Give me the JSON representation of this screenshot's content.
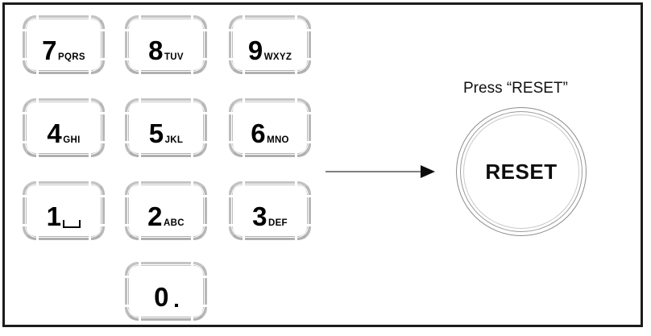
{
  "figure": {
    "title": "Keypad RESET instruction diagram",
    "background_color": "#ffffff",
    "frame_color": "#1c1c1c",
    "key_border_color": "#b5b5b5",
    "text_color": "#000000"
  },
  "keypad": {
    "keys": [
      {
        "digit": "7",
        "letters": "PQRS",
        "glyph": "none",
        "row": 1,
        "col": 1
      },
      {
        "digit": "8",
        "letters": "TUV",
        "glyph": "none",
        "row": 1,
        "col": 2
      },
      {
        "digit": "9",
        "letters": "WXYZ",
        "glyph": "none",
        "row": 1,
        "col": 3
      },
      {
        "digit": "4",
        "letters": "GHI",
        "glyph": "none",
        "row": 2,
        "col": 1
      },
      {
        "digit": "5",
        "letters": "JKL",
        "glyph": "none",
        "row": 2,
        "col": 2
      },
      {
        "digit": "6",
        "letters": "MNO",
        "glyph": "none",
        "row": 2,
        "col": 3
      },
      {
        "digit": "1",
        "letters": "",
        "glyph": "space-bar",
        "row": 3,
        "col": 1
      },
      {
        "digit": "2",
        "letters": "ABC",
        "glyph": "none",
        "row": 3,
        "col": 2
      },
      {
        "digit": "3",
        "letters": "DEF",
        "glyph": "none",
        "row": 3,
        "col": 3
      },
      {
        "digit": "0",
        "letters": "",
        "glyph": "period",
        "row": 4,
        "col": 2
      }
    ]
  },
  "arrow": {
    "icon": "right-arrow-icon",
    "direction": "right",
    "color": "#6e6e6e"
  },
  "reset": {
    "instruction": "Press “RESET”",
    "button_label": "RESET",
    "shape": "circle",
    "ring_color": "#8d8d8d"
  }
}
